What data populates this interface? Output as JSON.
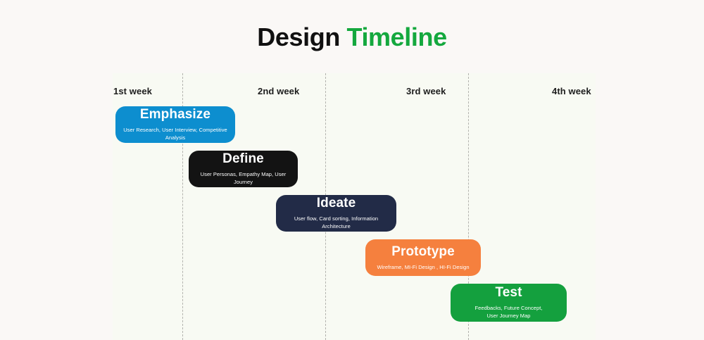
{
  "page": {
    "background_color": "#faf8f6",
    "panel_color": "#f8faf3"
  },
  "header": {
    "title_main": "Design",
    "title_accent": " Timeline",
    "title_main_color": "#111111",
    "title_accent_color": "#14a83e"
  },
  "timeline": {
    "weeks": [
      {
        "label": "1st week"
      },
      {
        "label": "2nd week"
      },
      {
        "label": "3rd week"
      },
      {
        "label": "4th week"
      }
    ],
    "dividers": 3,
    "phases": [
      {
        "name": "Emphasize",
        "details": "User Research, User Interview, Competitive Analysis",
        "color": "#0d8ecf"
      },
      {
        "name": "Define",
        "details": "User Personas, Empathy Map, User Journey",
        "color": "#131313"
      },
      {
        "name": "Ideate",
        "details": "User flow, Card sorting, Information Architecture",
        "color": "#222b47"
      },
      {
        "name": "Prototype",
        "details": "Wireframe, MI-Fi Design , HI-Fi Design",
        "color": "#f5803e"
      },
      {
        "name": "Test",
        "details": "Feedbacks, Future Concept,\nUser Journey Map",
        "color": "#14a03e"
      }
    ]
  },
  "chart_data": {
    "type": "bar",
    "title": "Design Timeline",
    "xlabel": "",
    "ylabel": "",
    "categories": [
      "1st week",
      "2nd week",
      "3rd week",
      "4th week"
    ],
    "orientation": "horizontal-gantt",
    "grid": true,
    "legend": "none",
    "xlim": [
      0,
      4
    ],
    "series": [
      {
        "name": "Emphasize",
        "start": 0.03,
        "end": 1.05,
        "color": "#0d8ecf"
      },
      {
        "name": "Define",
        "start": 0.55,
        "end": 1.55,
        "color": "#131313"
      },
      {
        "name": "Ideate",
        "start": 1.15,
        "end": 2.2,
        "color": "#222b47"
      },
      {
        "name": "Prototype",
        "start": 1.78,
        "end": 2.8,
        "color": "#f5803e"
      },
      {
        "name": "Test",
        "start": 2.4,
        "end": 3.4,
        "color": "#14a03e"
      }
    ]
  }
}
